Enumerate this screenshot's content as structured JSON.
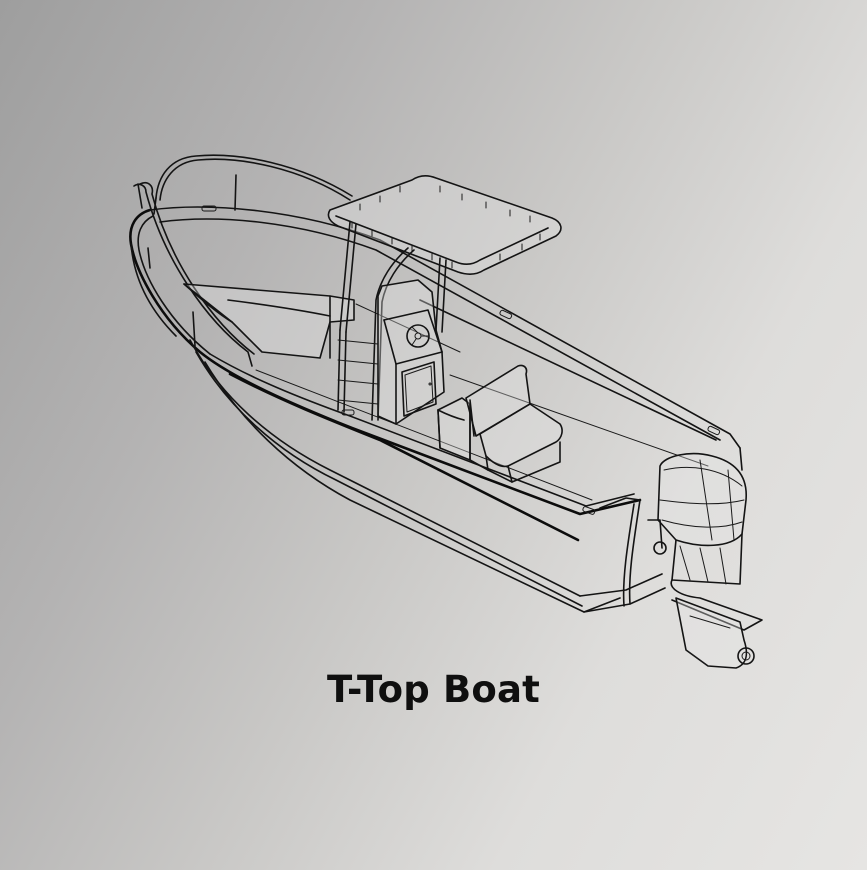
{
  "caption": {
    "title": "T-Top Boat"
  },
  "illustration": {
    "subject": "center-console boat with T-top canopy and outboard motor",
    "style": "black line art",
    "parts": [
      "t-top-canopy",
      "bow-rail",
      "bow-seat",
      "center-console",
      "steering-wheel",
      "console-door",
      "ladder-frame",
      "helm-seat",
      "cooler-seat",
      "hull",
      "transom",
      "outboard-motor",
      "cleats"
    ]
  },
  "colors": {
    "background_left": "#9e9e9e",
    "background_right": "#e6e5e3",
    "line": "#141414",
    "caption_text": "#0f0f0f"
  }
}
